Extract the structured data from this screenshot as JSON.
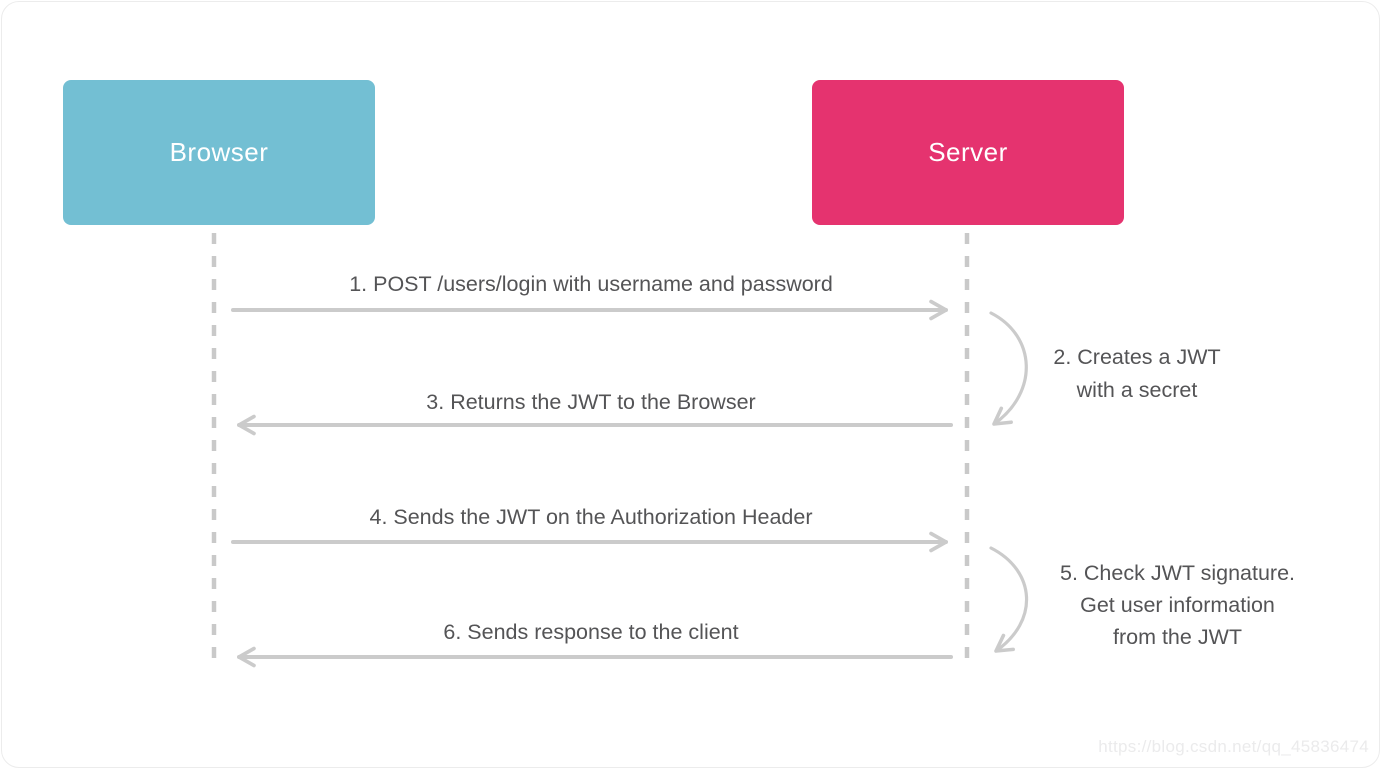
{
  "diagram": {
    "title_semantic": "JWT authentication sequence diagram",
    "actors": {
      "browser": {
        "label": "Browser",
        "color": "#73bfd3"
      },
      "server": {
        "label": "Server",
        "color": "#e5336f"
      }
    },
    "messages": {
      "m1": {
        "text": "1. POST /users/login with username and password",
        "from": "Browser",
        "to": "Server"
      },
      "m3": {
        "text": "3. Returns the JWT to the Browser",
        "from": "Server",
        "to": "Browser"
      },
      "m4": {
        "text": "4. Sends the JWT on the Authorization Header",
        "from": "Browser",
        "to": "Server"
      },
      "m6": {
        "text": "6. Sends response to the client",
        "from": "Server",
        "to": "Browser"
      }
    },
    "notes": {
      "n2": {
        "lines": {
          "0": "2. Creates a JWT",
          "1": "with a secret"
        },
        "attached_to": "Server"
      },
      "n5": {
        "lines": {
          "0": "5. Check JWT signature.",
          "1": "Get user information",
          "2": "from the JWT"
        },
        "attached_to": "Server"
      }
    },
    "line_color": "#cbcbcb",
    "text_color": "#545456"
  },
  "watermark": {
    "text": "https://blog.csdn.net/qq_45836474"
  }
}
